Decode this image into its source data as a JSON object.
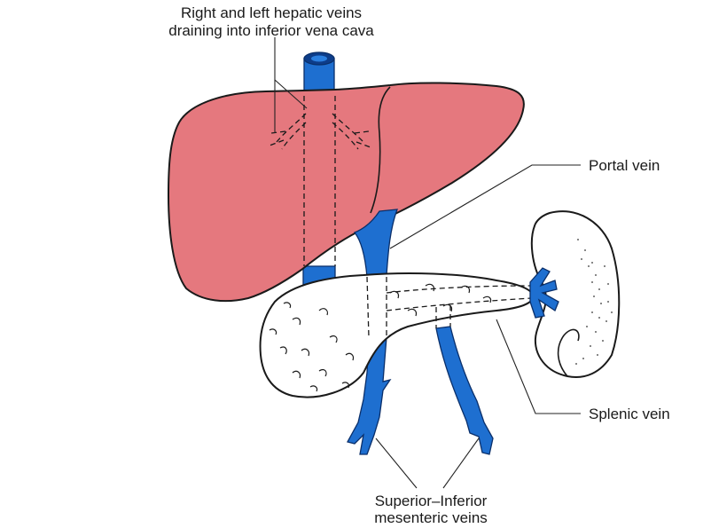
{
  "labels": {
    "hepatic_line1": "Right and left hepatic veins",
    "hepatic_line2": "draining into inferior vena cava",
    "portal": "Portal vein",
    "splenic": "Splenic vein",
    "mesenteric_line1": "Superior–Inferior",
    "mesenteric_line2": "mesenteric veins"
  },
  "colors": {
    "liver": "#e5787e",
    "vein": "#1e6fd0",
    "pancreas": "#ffffff",
    "spleen": "#ffffff"
  }
}
